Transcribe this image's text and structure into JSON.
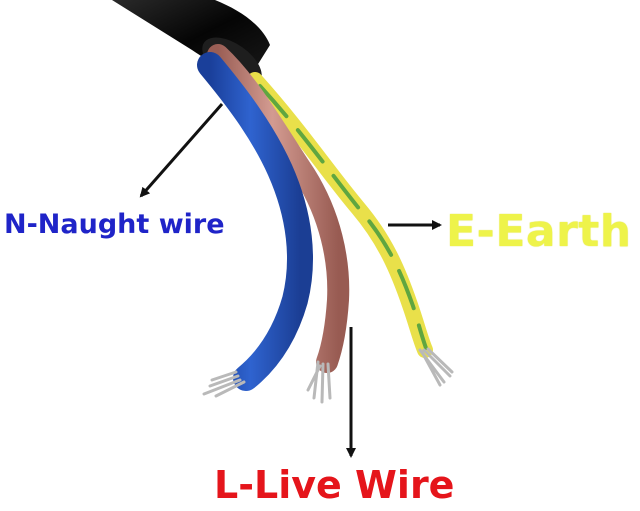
{
  "labels": {
    "neutral": "N-Naught wire",
    "earth": "E-Earth",
    "live": "L-Live Wire"
  },
  "colors": {
    "neutral_text": "#1f24c8",
    "earth_text": "#eef34a",
    "live_text": "#e5151b",
    "neutral_wire": "#1f4fb0",
    "live_wire": "#b8786e",
    "earth_wire_yellow": "#e9e04a",
    "earth_wire_green": "#5fa640",
    "cable_jacket": "#0d0d0d",
    "copper_strands": "#b9b9b9"
  }
}
